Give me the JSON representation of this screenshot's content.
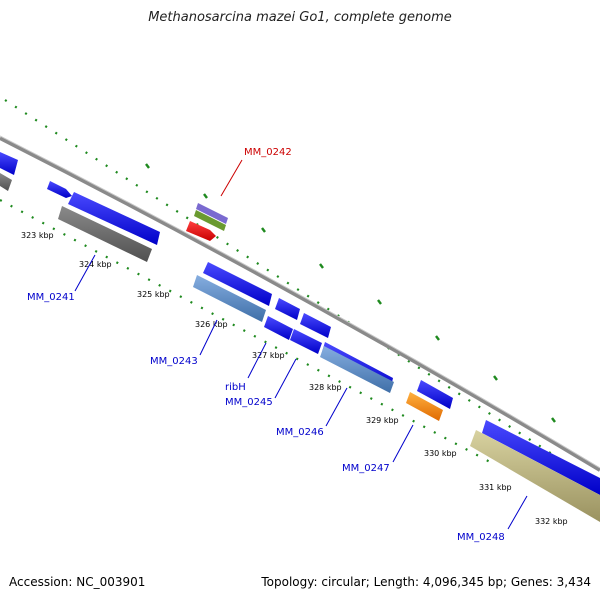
{
  "title": "Methanosarcina mazei Go1, complete genome",
  "footer": {
    "accession": "Accession: NC_003901",
    "summary": "Topology: circular; Length: 4,096,345 bp; Genes: 3,434"
  },
  "colors": {
    "backbone": "#8a8a8a",
    "tick": "#1f8a1f",
    "gene_blue": "#0000ff",
    "label_blue": "#0000cc",
    "label_red": "#cc0000"
  },
  "ticks": [
    {
      "label": "323 kbp"
    },
    {
      "label": "324 kbp"
    },
    {
      "label": "325 kbp"
    },
    {
      "label": "326 kbp"
    },
    {
      "label": "327 kbp"
    },
    {
      "label": "328 kbp"
    },
    {
      "label": "329 kbp"
    },
    {
      "label": "330 kbp"
    },
    {
      "label": "331 kbp"
    },
    {
      "label": "332 kbp"
    }
  ],
  "gene_labels": [
    {
      "name": "MM_0242",
      "color": "#cc0000"
    },
    {
      "name": "MM_0241",
      "color": "#0000cc"
    },
    {
      "name": "MM_0243",
      "color": "#0000cc"
    },
    {
      "name": "ribH",
      "color": "#0000cc"
    },
    {
      "name": "MM_0245",
      "color": "#0000cc"
    },
    {
      "name": "MM_0246",
      "color": "#0000cc"
    },
    {
      "name": "MM_0247",
      "color": "#0000cc"
    },
    {
      "name": "MM_0248",
      "color": "#0000cc"
    }
  ]
}
